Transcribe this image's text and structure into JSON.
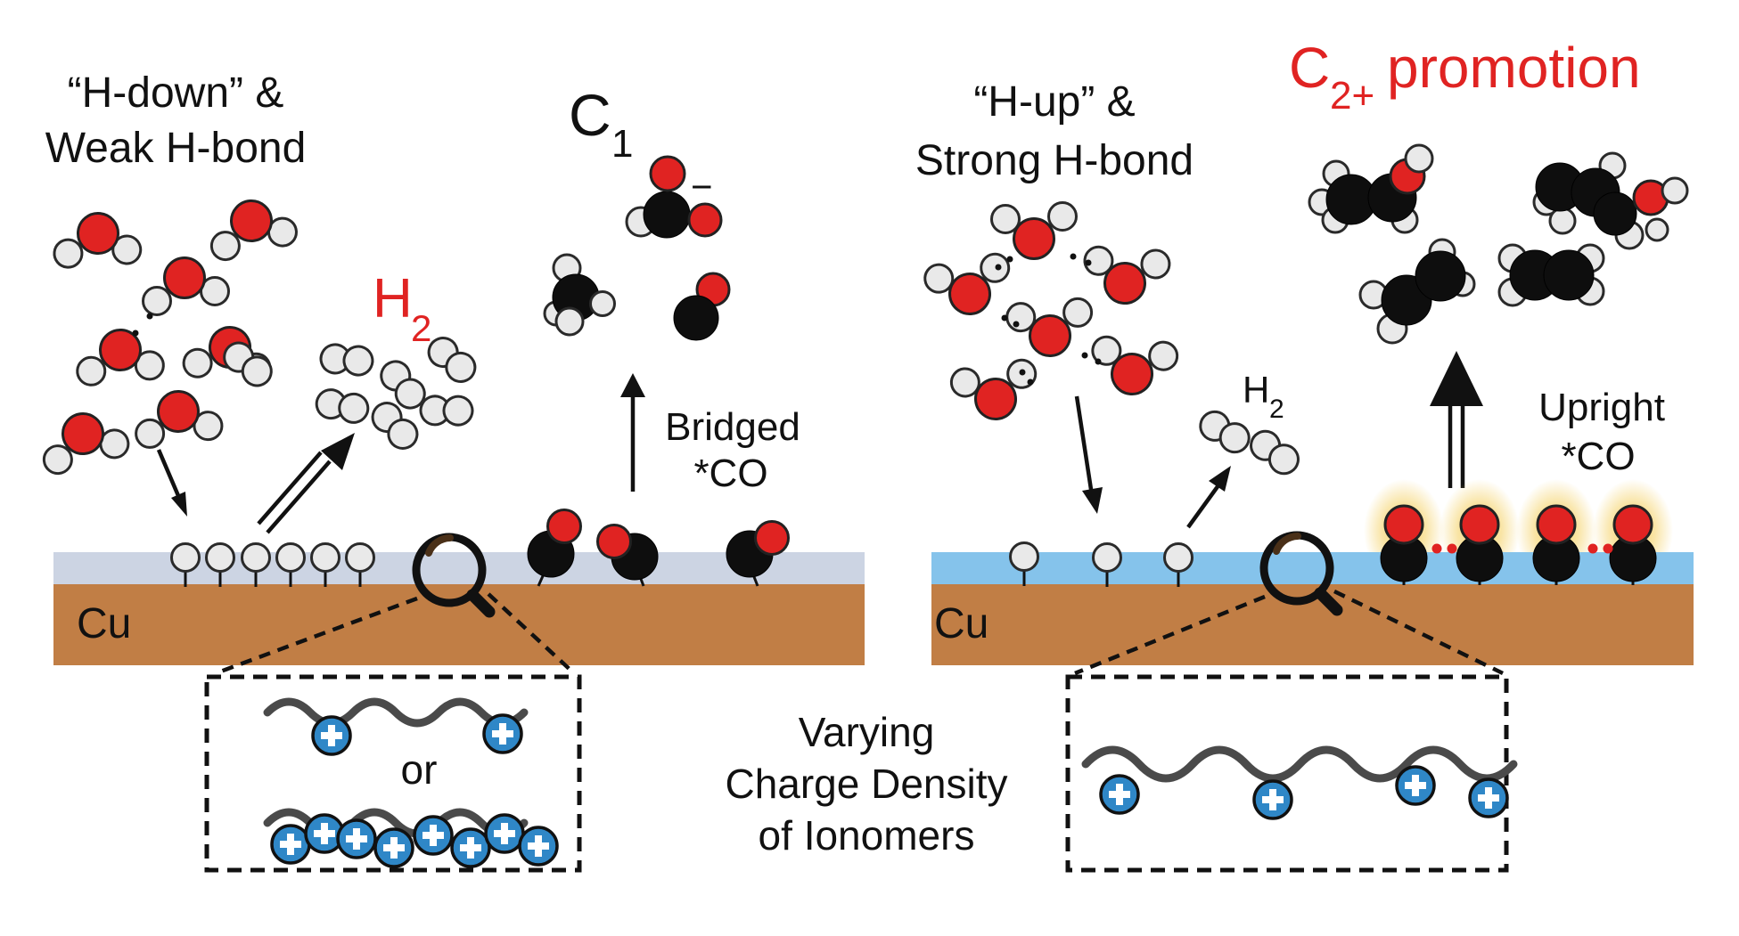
{
  "figure": {
    "left": {
      "title_line1": "“H-down” &",
      "title_line2": "Weak H-bond",
      "h2": {
        "symbol": "H",
        "subscript": "2"
      },
      "c1": {
        "symbol": "C",
        "subscript": "1"
      },
      "formate_charge": "−",
      "arrow_label_line1": "Bridged",
      "arrow_label_line2": "*CO",
      "electrode_label": "Cu",
      "inset": {
        "or_label": "or",
        "chain1_charge_count": 2,
        "chain2_charge_count": 8
      }
    },
    "right": {
      "title_line1": "“H-up” &",
      "title_line2": "Strong H-bond",
      "promotion": {
        "symbol": "C",
        "subscript": "2+",
        "text": "promotion"
      },
      "h2": {
        "symbol": "H",
        "subscript": "2"
      },
      "arrow_label_line1": "Upright",
      "arrow_label_line2": "*CO",
      "electrode_label": "Cu",
      "inset": {
        "chain_charge_count": 4
      }
    },
    "caption": {
      "line1": "Varying",
      "line2": "Charge Density",
      "line3": "of Ionomers"
    },
    "colors": {
      "accent_red": "#e02322",
      "copper": "#c17e45",
      "left_water_layer": "#ccd4e3",
      "right_water_layer": "#85c3eb",
      "charge_blue": "#2f87c7",
      "glow_yellow": "#f4cf5e",
      "ionomer_chain": "#4a4a4a"
    },
    "icons": {
      "magnifier": "magnifying-glass",
      "positive_charge": "+"
    }
  }
}
